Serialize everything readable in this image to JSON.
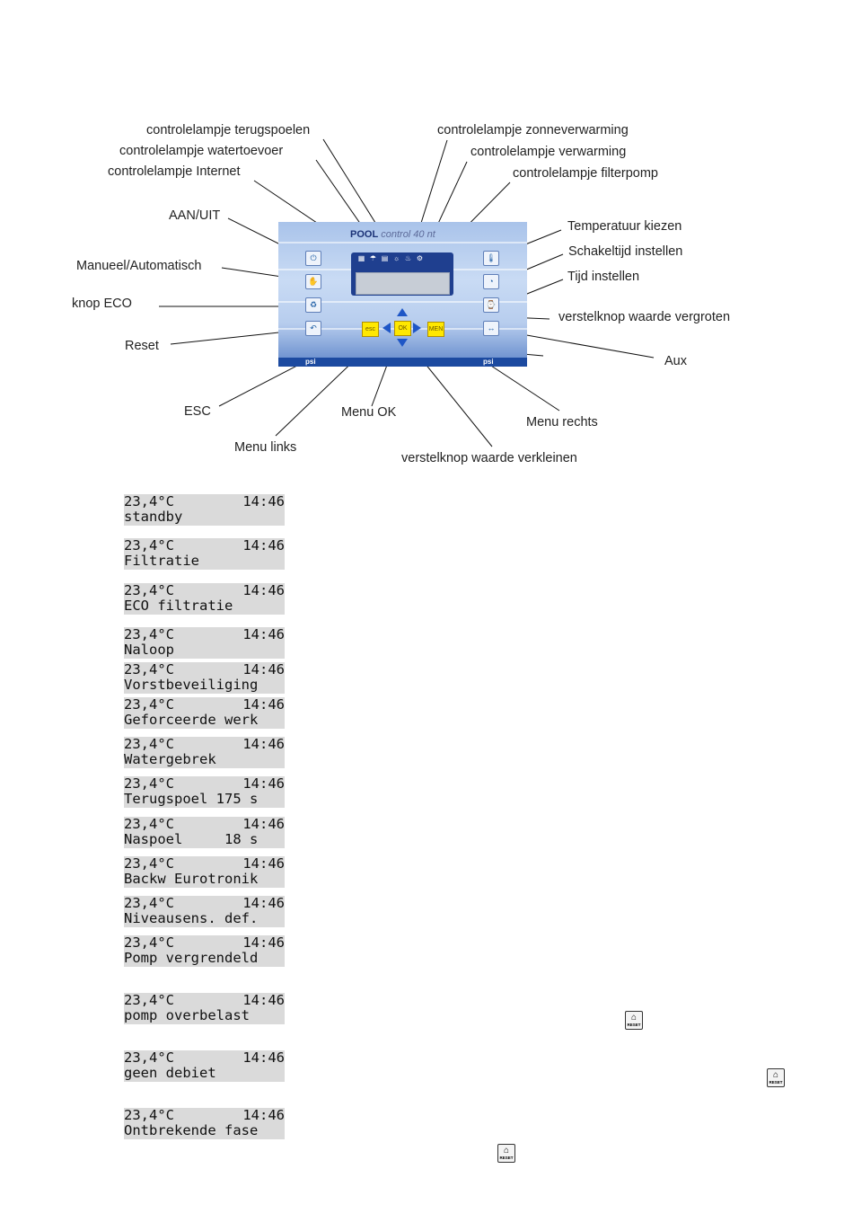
{
  "callouts": {
    "terugspoelen": "controlelampje terugspoelen",
    "watertoevoer": "controlelampje watertoevoer",
    "internet": "controlelampje Internet",
    "zonneverwarming": "controlelampje zonneverwarming",
    "verwarming": "controlelampje verwarming",
    "filterpomp": "controlelampje filterpomp",
    "aan_uit": "AAN/UIT",
    "manueel": "Manueel/Automatisch",
    "eco": "knop ECO",
    "reset": "Reset",
    "temperatuur": "Temperatuur kiezen",
    "schakeltijd": "Schakeltijd instellen",
    "tijd": "Tijd instellen",
    "vergroten": "verstelknop waarde vergroten",
    "aux": "Aux",
    "esc": "ESC",
    "menu_ok": "Menu OK",
    "menu_rechts": "Menu rechts",
    "menu_links": "Menu links",
    "verkleinen": "verstelknop waarde verkleinen"
  },
  "panel": {
    "brand_bold": "POOL",
    "brand_rest": "control 40 nt",
    "footer_left": "psi",
    "footer_right": "psi",
    "button_esc": "esc",
    "button_ok": "OK",
    "button_menu": "MEN"
  },
  "lcd_screens": [
    {
      "temp": "23,4°C",
      "time": "14:46",
      "status": "standby"
    },
    {
      "temp": "23,4°C",
      "time": "14:46",
      "status": "Filtratie"
    },
    {
      "temp": "23,4°C",
      "time": "14:46",
      "status": "ECO filtratie"
    },
    {
      "temp": "23,4°C",
      "time": "14:46",
      "status": "Naloop"
    },
    {
      "temp": "23,4°C",
      "time": "14:46",
      "status": "Vorstbeveiliging"
    },
    {
      "temp": "23,4°C",
      "time": "14:46",
      "status": "Geforceerde werk"
    },
    {
      "temp": "23,4°C",
      "time": "14:46",
      "status": "Watergebrek"
    },
    {
      "temp": "23,4°C",
      "time": "14:46",
      "status": "Terugspoel 175 s"
    },
    {
      "temp": "23,4°C",
      "time": "14:46",
      "status": "Naspoel     18 s"
    },
    {
      "temp": "23,4°C",
      "time": "14:46",
      "status": "Backw Eurotronik"
    },
    {
      "temp": "23,4°C",
      "time": "14:46",
      "status": "Niveausens. def."
    },
    {
      "temp": "23,4°C",
      "time": "14:46",
      "status": "Pomp vergrendeld"
    },
    {
      "temp": "23,4°C",
      "time": "14:46",
      "status": "pomp overbelast"
    },
    {
      "temp": "23,4°C",
      "time": "14:46",
      "status": "geen debiet"
    },
    {
      "temp": "23,4°C",
      "time": "14:46",
      "status": "Ontbrekende fase"
    }
  ],
  "reset_icon_text": "RESET"
}
